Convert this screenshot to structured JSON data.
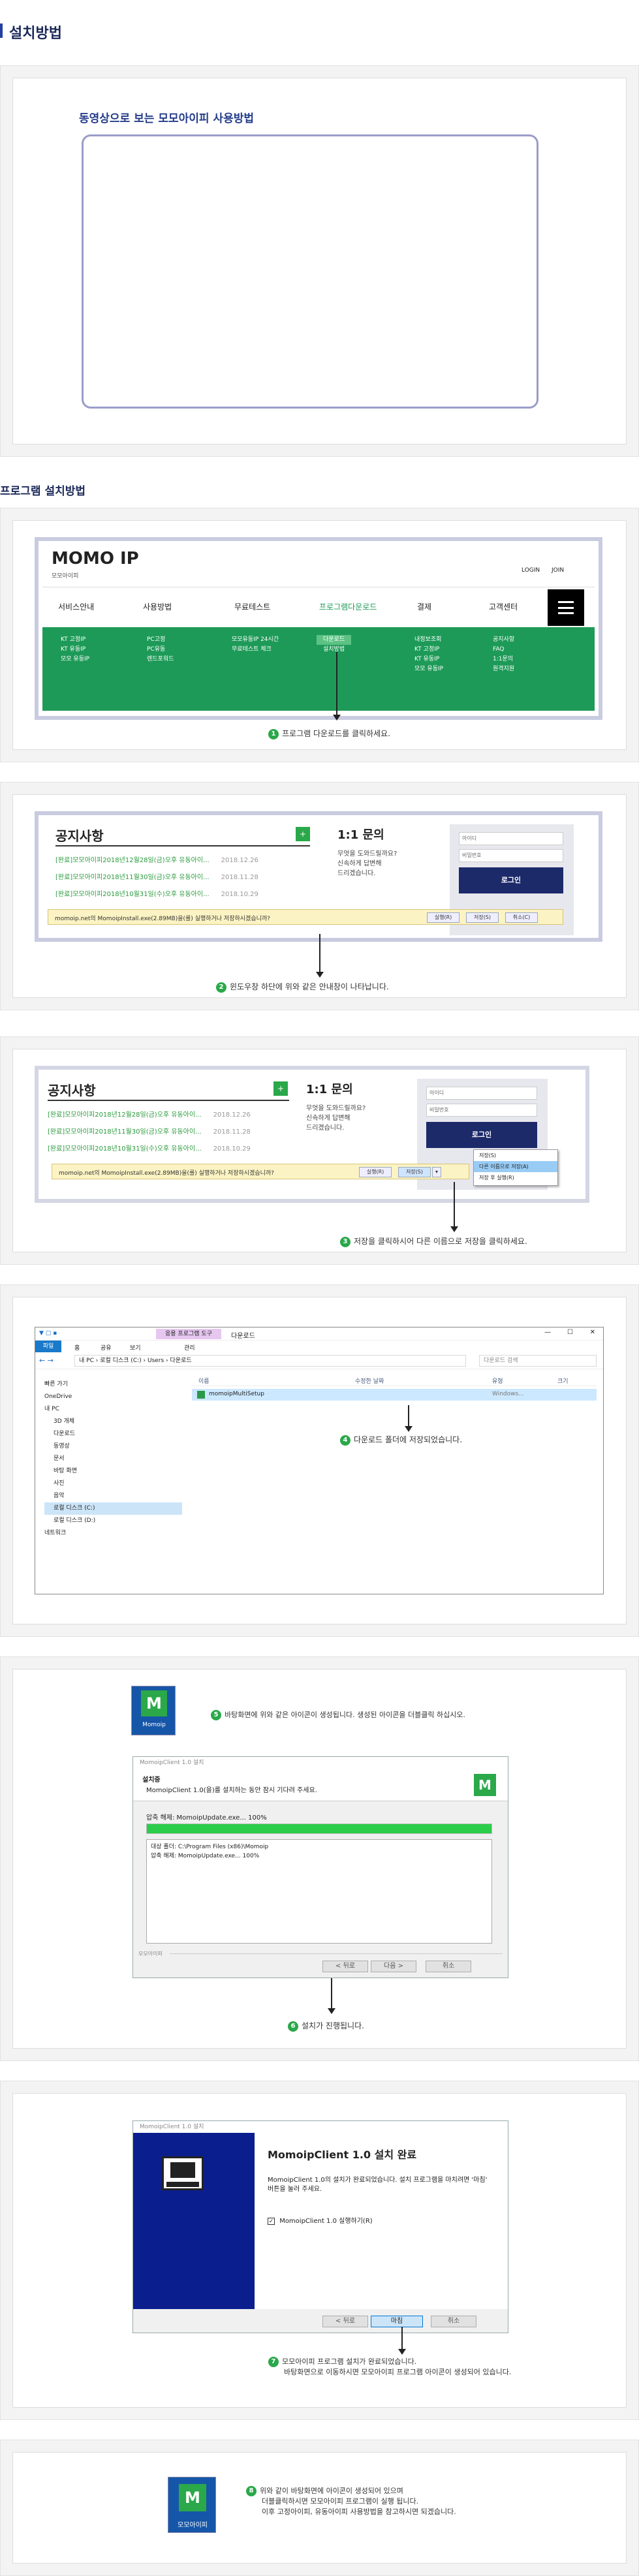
{
  "page_title": "설치방법",
  "video": {
    "title": "동영상으로 보는 모모아이피 사용방법"
  },
  "program_section": {
    "title": "프로그램 설치방법"
  },
  "step1": {
    "logo": "MOMO IP",
    "logo_sub": "모모아이피",
    "top_links": [
      "LOGIN",
      "JOIN"
    ],
    "nav": [
      "서비스안내",
      "사용방법",
      "무료테스트",
      "프로그램다운로드",
      "결제",
      "고객센터"
    ],
    "menu_cols": [
      [
        "KT 고정IP",
        "KT 유동IP",
        "모모 유동IP"
      ],
      [
        "PC고정",
        "PC유동",
        "렌드포워드"
      ],
      [
        "모모유동IP 24시간",
        "무료테스트 체크"
      ],
      [
        "다운로드",
        "설치방법"
      ],
      [
        "내정보조회",
        "KT 고정IP",
        "KT 유동IP",
        "모모 유동IP"
      ],
      [
        "공지사항",
        "FAQ",
        "1:1문의",
        "원격지원"
      ]
    ],
    "caption": "프로그램 다운로드를 클릭하세요.",
    "num": "1"
  },
  "notice": {
    "title": "공지사항",
    "plus": "+",
    "rows": [
      {
        "text": "[완료]모모아이피2018년12월28일(금)오후 유동아이...",
        "date": "2018.12.26"
      },
      {
        "text": "[완료]모모아이피2018년11월30일(금)오후 유동아이...",
        "date": "2018.11.28"
      },
      {
        "text": "[완료]모모아이피2018년10월31일(수)오후 유동아이...",
        "date": "2018.10.29"
      }
    ],
    "inquiry_title": "1:1 문의",
    "inquiry_text": [
      "무엇을 도와드릴까요?",
      "신속하게 답변해",
      "드리겠습니다."
    ],
    "id_placeholder": "아이디",
    "pw_placeholder": "비밀번호",
    "login": "로그인",
    "dl_msg": "momoip.net의 MomoipInstall.exe(2.89MB)을(를) 실행하거나 저장하시겠습니까?",
    "dl_buttons": [
      "실행(R)",
      "저장(S)",
      "취소(C)"
    ]
  },
  "step2": {
    "num": "2",
    "caption": "윈도우창 하단에 위와 같은 안내창이 나타납니다."
  },
  "step3": {
    "num": "3",
    "caption": "저장을 클릭하시어 다른 이름으로 저장을 클릭하세요.",
    "menu": [
      "저장(S)",
      "다른 이름으로 저장(A)",
      "저장 후 실행(R)"
    ]
  },
  "explorer": {
    "ribbon_tab": "응용 프로그램 도구",
    "title": "다운로드",
    "tabs": [
      "파일",
      "홈",
      "공유",
      "보기",
      "관리"
    ],
    "path": [
      "내 PC",
      "로컬 디스크 (C:)",
      "Users",
      "다운로드"
    ],
    "search_placeholder": "다운로드 검색",
    "columns": [
      "이름",
      "수정한 날짜",
      "유형",
      "크기"
    ],
    "file": "momoipMultiSetup",
    "file_type": "Windows...",
    "sidebar": [
      "빠른 가기",
      "OneDrive",
      "내 PC",
      "3D 개체",
      "다운로드",
      "동영상",
      "문서",
      "바탕 화면",
      "사진",
      "음악",
      "로컬 디스크 (C:)",
      "로컬 디스크 (D:)",
      "네트워크"
    ]
  },
  "step4": {
    "num": "4",
    "caption": "다운로드 폴더에 저장되었습니다."
  },
  "step5": {
    "num": "5",
    "caption": "바탕화면에 위와 같은 아이콘이 생성됩니다. 생성된 아이콘을 더블클릭 하십시오.",
    "icon_label": "Momoip"
  },
  "installer": {
    "window_title": "MomoipClient 1.0 설치",
    "heading": "설치중",
    "subheading": "MomoipClient 1.0(을)를 설치하는 동안 잠시 기다려 주세요.",
    "extract_line": "압축 해제: MomoipUpdate.exe... 100%",
    "log": [
      "대상 폴더: C:\\Program Files (x86)\\Momoip",
      "압축 해제: MomoipUpdate.exe... 100%"
    ],
    "footer": "모모아이피",
    "buttons": [
      "< 뒤로",
      "다음 >",
      "취소"
    ],
    "progress": 1.0
  },
  "step6": {
    "num": "6",
    "caption": "설치가 진행됩니다."
  },
  "complete": {
    "window_title": "MomoipClient 1.0 설치",
    "heading": "MomoipClient 1.0 설치 완료",
    "body": "MomoipClient 1.0의 설치가 완료되었습니다. 설치 프로그램을 마치려면 '마침' 버튼을 눌러 주세요.",
    "checkbox": "MomoipClient 1.0 실행하기(R)",
    "buttons": [
      "< 뒤로",
      "마침",
      "취소"
    ]
  },
  "step7": {
    "num": "7",
    "caption1": "모모아이피 프로그램 설치가 완료되었습니다.",
    "caption2": "바탕화면으로 이동하시면 모모아이피 프로그램 아이콘이 생성되어 있습니다."
  },
  "step8": {
    "num": "8",
    "icon_label": "모모아이피",
    "lines": [
      "위와 같이 바탕화면에 아이콘이 생성되어 있으며",
      "더블클릭하시면 모모아이피 프로그램이 실행 됩니다.",
      "이후 고정아이피, 유동아이피 사용방법을 참고하시면 되겠습니다."
    ]
  }
}
